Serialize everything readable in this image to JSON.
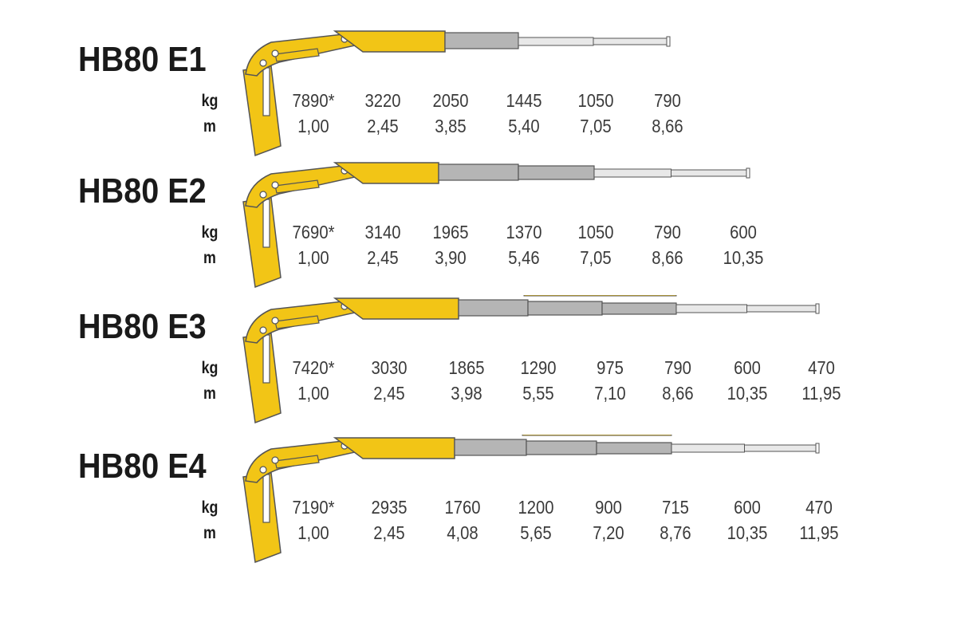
{
  "units": {
    "load": "kg",
    "reach": "m"
  },
  "models": [
    {
      "title": "HB80 E1",
      "loads": [
        "7890*",
        "3220",
        "2050",
        "1445",
        "1050",
        "790"
      ],
      "reaches": [
        "1,00",
        "2,45",
        "3,85",
        "5,40",
        "7,05",
        "8,66"
      ]
    },
    {
      "title": "HB80 E2",
      "loads": [
        "7690*",
        "3140",
        "1965",
        "1370",
        "1050",
        "790",
        "600"
      ],
      "reaches": [
        "1,00",
        "2,45",
        "3,90",
        "5,46",
        "7,05",
        "8,66",
        "10,35"
      ]
    },
    {
      "title": "HB80 E3",
      "loads": [
        "7420*",
        "3030",
        "1865",
        "1290",
        "975",
        "790",
        "600",
        "470"
      ],
      "reaches": [
        "1,00",
        "2,45",
        "3,98",
        "5,55",
        "7,10",
        "8,66",
        "10,35",
        "11,95"
      ]
    },
    {
      "title": "HB80 E4",
      "loads": [
        "7190*",
        "2935",
        "1760",
        "1200",
        "900",
        "715",
        "600",
        "470"
      ],
      "reaches": [
        "1,00",
        "2,45",
        "4,08",
        "5,65",
        "7,20",
        "8,76",
        "10,35",
        "11,95"
      ]
    }
  ],
  "colors": {
    "boom": "#f2c516",
    "extension": "#b5b5b5",
    "jib": "#e8e8e8",
    "outline": "#555555"
  },
  "icons": {
    "crane": "crane-boom-diagram-icon"
  }
}
